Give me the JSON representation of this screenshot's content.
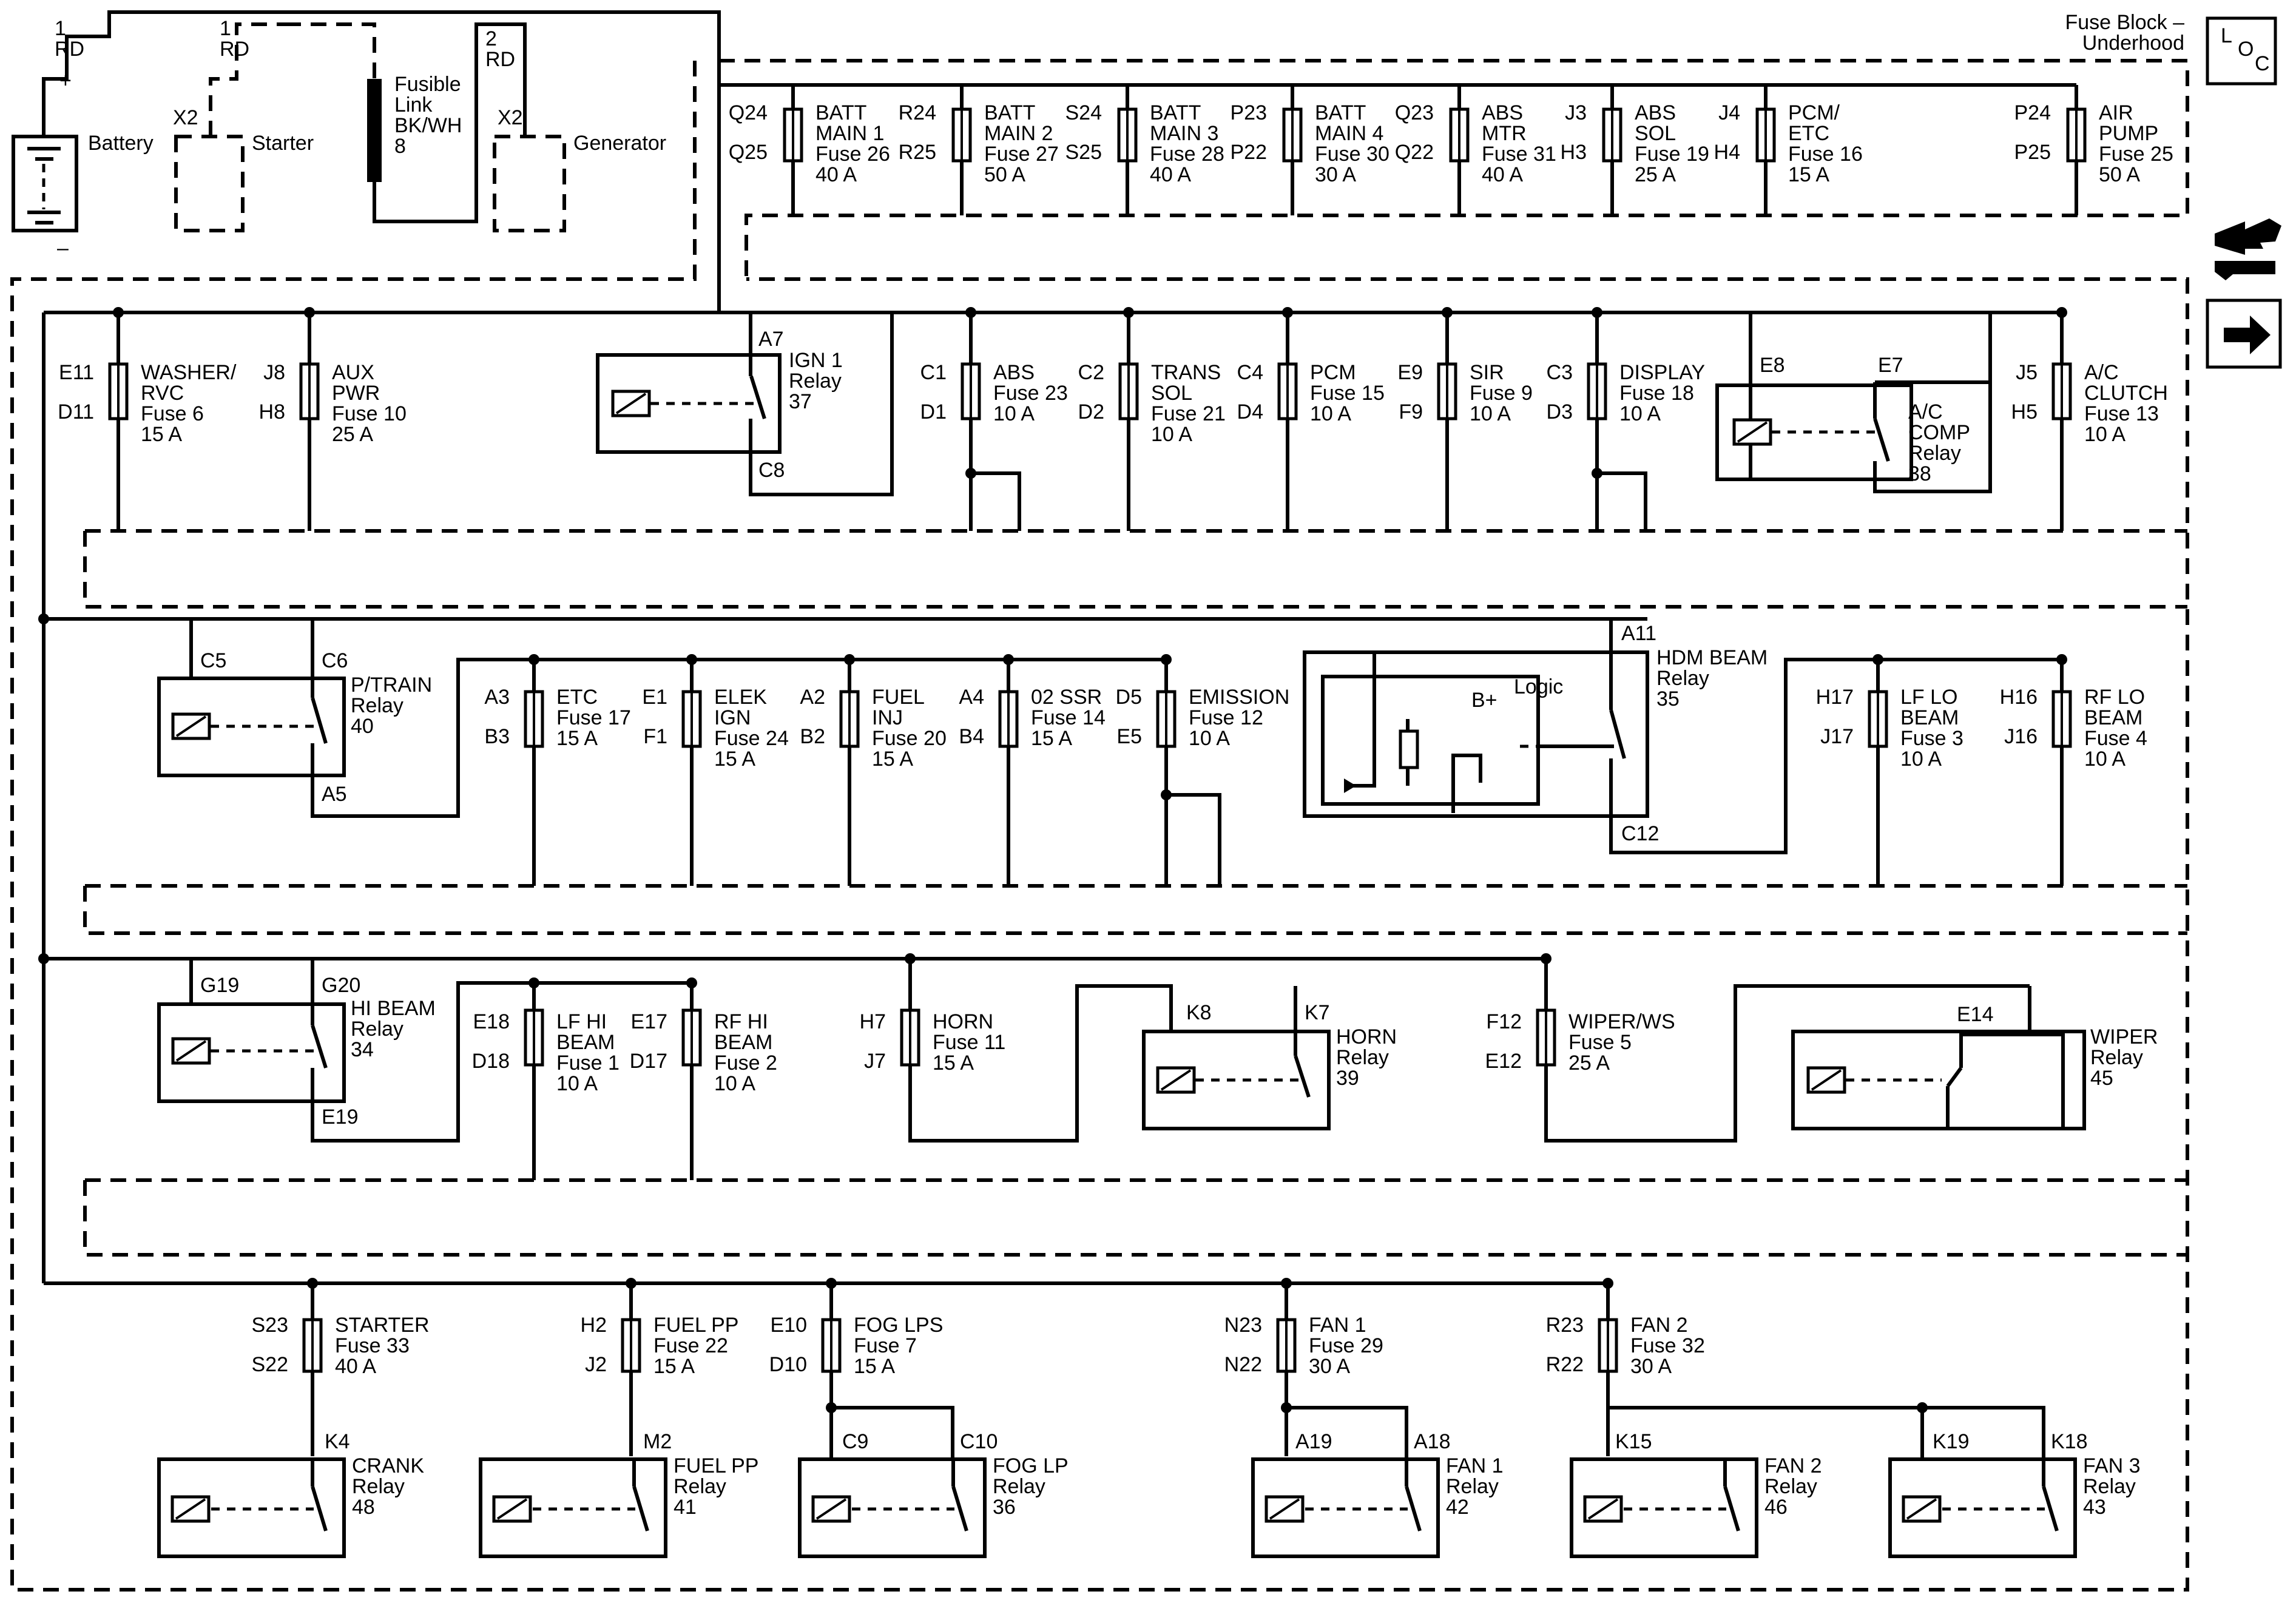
{
  "header": {
    "title_line1": "Fuse Block –",
    "title_line2": "Underhood",
    "loc_icon": "loc-icon",
    "nav_icon_1": "tool-icon",
    "nav_icon_2": "arrow-right-icon"
  },
  "top": {
    "wire1": [
      "1",
      "RD"
    ],
    "wire2": [
      "1",
      "RD"
    ],
    "wire3": [
      "2",
      "RD"
    ],
    "battery": "Battery",
    "starter": "Starter",
    "generator": "Generator",
    "x2a": "X2",
    "x2b": "X2",
    "plus": "+",
    "minus": "–",
    "fusible": [
      "Fusible",
      "Link",
      "BK/WH",
      "8"
    ]
  },
  "row0": [
    {
      "t": "Q24",
      "b": "Q25",
      "l": [
        "BATT",
        "MAIN 1",
        "Fuse 26",
        "40 A"
      ]
    },
    {
      "t": "R24",
      "b": "R25",
      "l": [
        "BATT",
        "MAIN 2",
        "Fuse 27",
        "50 A"
      ]
    },
    {
      "t": "S24",
      "b": "S25",
      "l": [
        "BATT",
        "MAIN 3",
        "Fuse 28",
        "40 A"
      ]
    },
    {
      "t": "P23",
      "b": "P22",
      "l": [
        "BATT",
        "MAIN 4",
        "Fuse 30",
        "30 A"
      ]
    },
    {
      "t": "Q23",
      "b": "Q22",
      "l": [
        "ABS",
        "MTR",
        "Fuse 31",
        "40 A"
      ]
    },
    {
      "t": "J3",
      "b": "H3",
      "l": [
        "ABS",
        "SOL",
        "Fuse 19",
        "25 A"
      ]
    },
    {
      "t": "J4",
      "b": "H4",
      "l": [
        "PCM/",
        "ETC",
        "Fuse 16",
        "15 A"
      ]
    },
    {
      "t": "P24",
      "b": "P25",
      "l": [
        "AIR",
        "PUMP",
        "Fuse 25",
        "50 A"
      ]
    }
  ],
  "row1": [
    {
      "t": "E11",
      "b": "D11",
      "l": [
        "WASHER/",
        "RVC",
        "Fuse 6",
        "15 A"
      ]
    },
    {
      "t": "J8",
      "b": "H8",
      "l": [
        "AUX",
        "PWR",
        "Fuse 10",
        "25 A"
      ]
    },
    {
      "t": "C1",
      "b": "D1",
      "l": [
        "ABS",
        "Fuse 23",
        "10 A"
      ]
    },
    {
      "t": "C2",
      "b": "D2",
      "l": [
        "TRANS",
        "SOL",
        "Fuse 21",
        "10 A"
      ]
    },
    {
      "t": "C4",
      "b": "D4",
      "l": [
        "PCM",
        "Fuse 15",
        "10 A"
      ]
    },
    {
      "t": "E9",
      "b": "F9",
      "l": [
        "SIR",
        "Fuse 9",
        "10 A"
      ]
    },
    {
      "t": "C3",
      "b": "D3",
      "l": [
        "DISPLAY",
        "Fuse 18",
        "10 A"
      ]
    },
    {
      "t": "J5",
      "b": "H5",
      "l": [
        "A/C",
        "CLUTCH",
        "Fuse 13",
        "10 A"
      ]
    }
  ],
  "row1_relays": [
    {
      "pin_top": "A7",
      "pin_bot": "C8",
      "l": [
        "IGN 1",
        "Relay",
        "37"
      ]
    },
    {
      "pin_a": "E8",
      "pin_b": "E7",
      "l": [
        "A/C",
        "COMP",
        "Relay",
        "38"
      ]
    }
  ],
  "row2": [
    {
      "t": "A3",
      "b": "B3",
      "l": [
        "ETC",
        "Fuse 17",
        "15 A"
      ]
    },
    {
      "t": "E1",
      "b": "F1",
      "l": [
        "ELEK",
        "IGN",
        "Fuse 24",
        "15 A"
      ]
    },
    {
      "t": "A2",
      "b": "B2",
      "l": [
        "FUEL",
        "INJ",
        "Fuse 20",
        "15 A"
      ]
    },
    {
      "t": "A4",
      "b": "B4",
      "l": [
        "02 SSR",
        "Fuse 14",
        "15 A"
      ]
    },
    {
      "t": "D5",
      "b": "E5",
      "l": [
        "EMISSION",
        "Fuse 12",
        "10 A"
      ]
    },
    {
      "t": "H17",
      "b": "J17",
      "l": [
        "LF LO",
        "BEAM",
        "Fuse 3",
        "10 A"
      ]
    },
    {
      "t": "H16",
      "b": "J16",
      "l": [
        "RF LO",
        "BEAM",
        "Fuse 4",
        "10 A"
      ]
    }
  ],
  "row2_relays": [
    {
      "pin_a": "C5",
      "pin_b": "C6",
      "pin_c": "A5",
      "l": [
        "P/TRAIN",
        "Relay",
        "40"
      ]
    },
    {
      "pin_a": "A11",
      "pin_b": "C12",
      "l": [
        "HDM BEAM",
        "Relay",
        "35"
      ],
      "logic": "Logic",
      "bplus": "B+"
    }
  ],
  "row3": [
    {
      "t": "E18",
      "b": "D18",
      "l": [
        "LF HI",
        "BEAM",
        "Fuse 1",
        "10 A"
      ]
    },
    {
      "t": "E17",
      "b": "D17",
      "l": [
        "RF HI",
        "BEAM",
        "Fuse 2",
        "10 A"
      ]
    },
    {
      "t": "H7",
      "b": "J7",
      "l": [
        "HORN",
        "Fuse 11",
        "15 A"
      ]
    },
    {
      "t": "F12",
      "b": "E12",
      "l": [
        "WIPER/WS",
        "Fuse 5",
        "25 A"
      ]
    }
  ],
  "row3_relays": [
    {
      "pin_a": "G19",
      "pin_b": "G20",
      "pin_c": "E19",
      "l": [
        "HI BEAM",
        "Relay",
        "34"
      ]
    },
    {
      "pin_a": "K8",
      "pin_b": "K7",
      "l": [
        "HORN",
        "Relay",
        "39"
      ]
    },
    {
      "pin_a": "E14",
      "l": [
        "WIPER",
        "Relay",
        "45"
      ]
    }
  ],
  "row4": [
    {
      "t": "S23",
      "b": "S22",
      "l": [
        "STARTER",
        "Fuse 33",
        "40 A"
      ]
    },
    {
      "t": "H2",
      "b": "J2",
      "l": [
        "FUEL PP",
        "Fuse 22",
        "15 A"
      ]
    },
    {
      "t": "E10",
      "b": "D10",
      "l": [
        "FOG LPS",
        "Fuse 7",
        "15 A"
      ]
    },
    {
      "t": "N23",
      "b": "N22",
      "l": [
        "FAN 1",
        "Fuse 29",
        "30 A"
      ]
    },
    {
      "t": "R23",
      "b": "R22",
      "l": [
        "FAN 2",
        "Fuse 32",
        "30 A"
      ]
    }
  ],
  "row4_relays": [
    {
      "pin": "K4",
      "l": [
        "CRANK",
        "Relay",
        "48"
      ]
    },
    {
      "pin": "M2",
      "l": [
        "FUEL PP",
        "Relay",
        "41"
      ]
    },
    {
      "pin_a": "C9",
      "pin_b": "C10",
      "l": [
        "FOG LP",
        "Relay",
        "36"
      ]
    },
    {
      "pin_a": "A19",
      "pin_b": "A18",
      "l": [
        "FAN 1",
        "Relay",
        "42"
      ]
    },
    {
      "pin_a": "K15",
      "l": [
        "FAN 2",
        "Relay",
        "46"
      ]
    },
    {
      "pin_a": "K19",
      "pin_b": "K18",
      "l": [
        "FAN 3",
        "Relay",
        "43"
      ]
    }
  ]
}
